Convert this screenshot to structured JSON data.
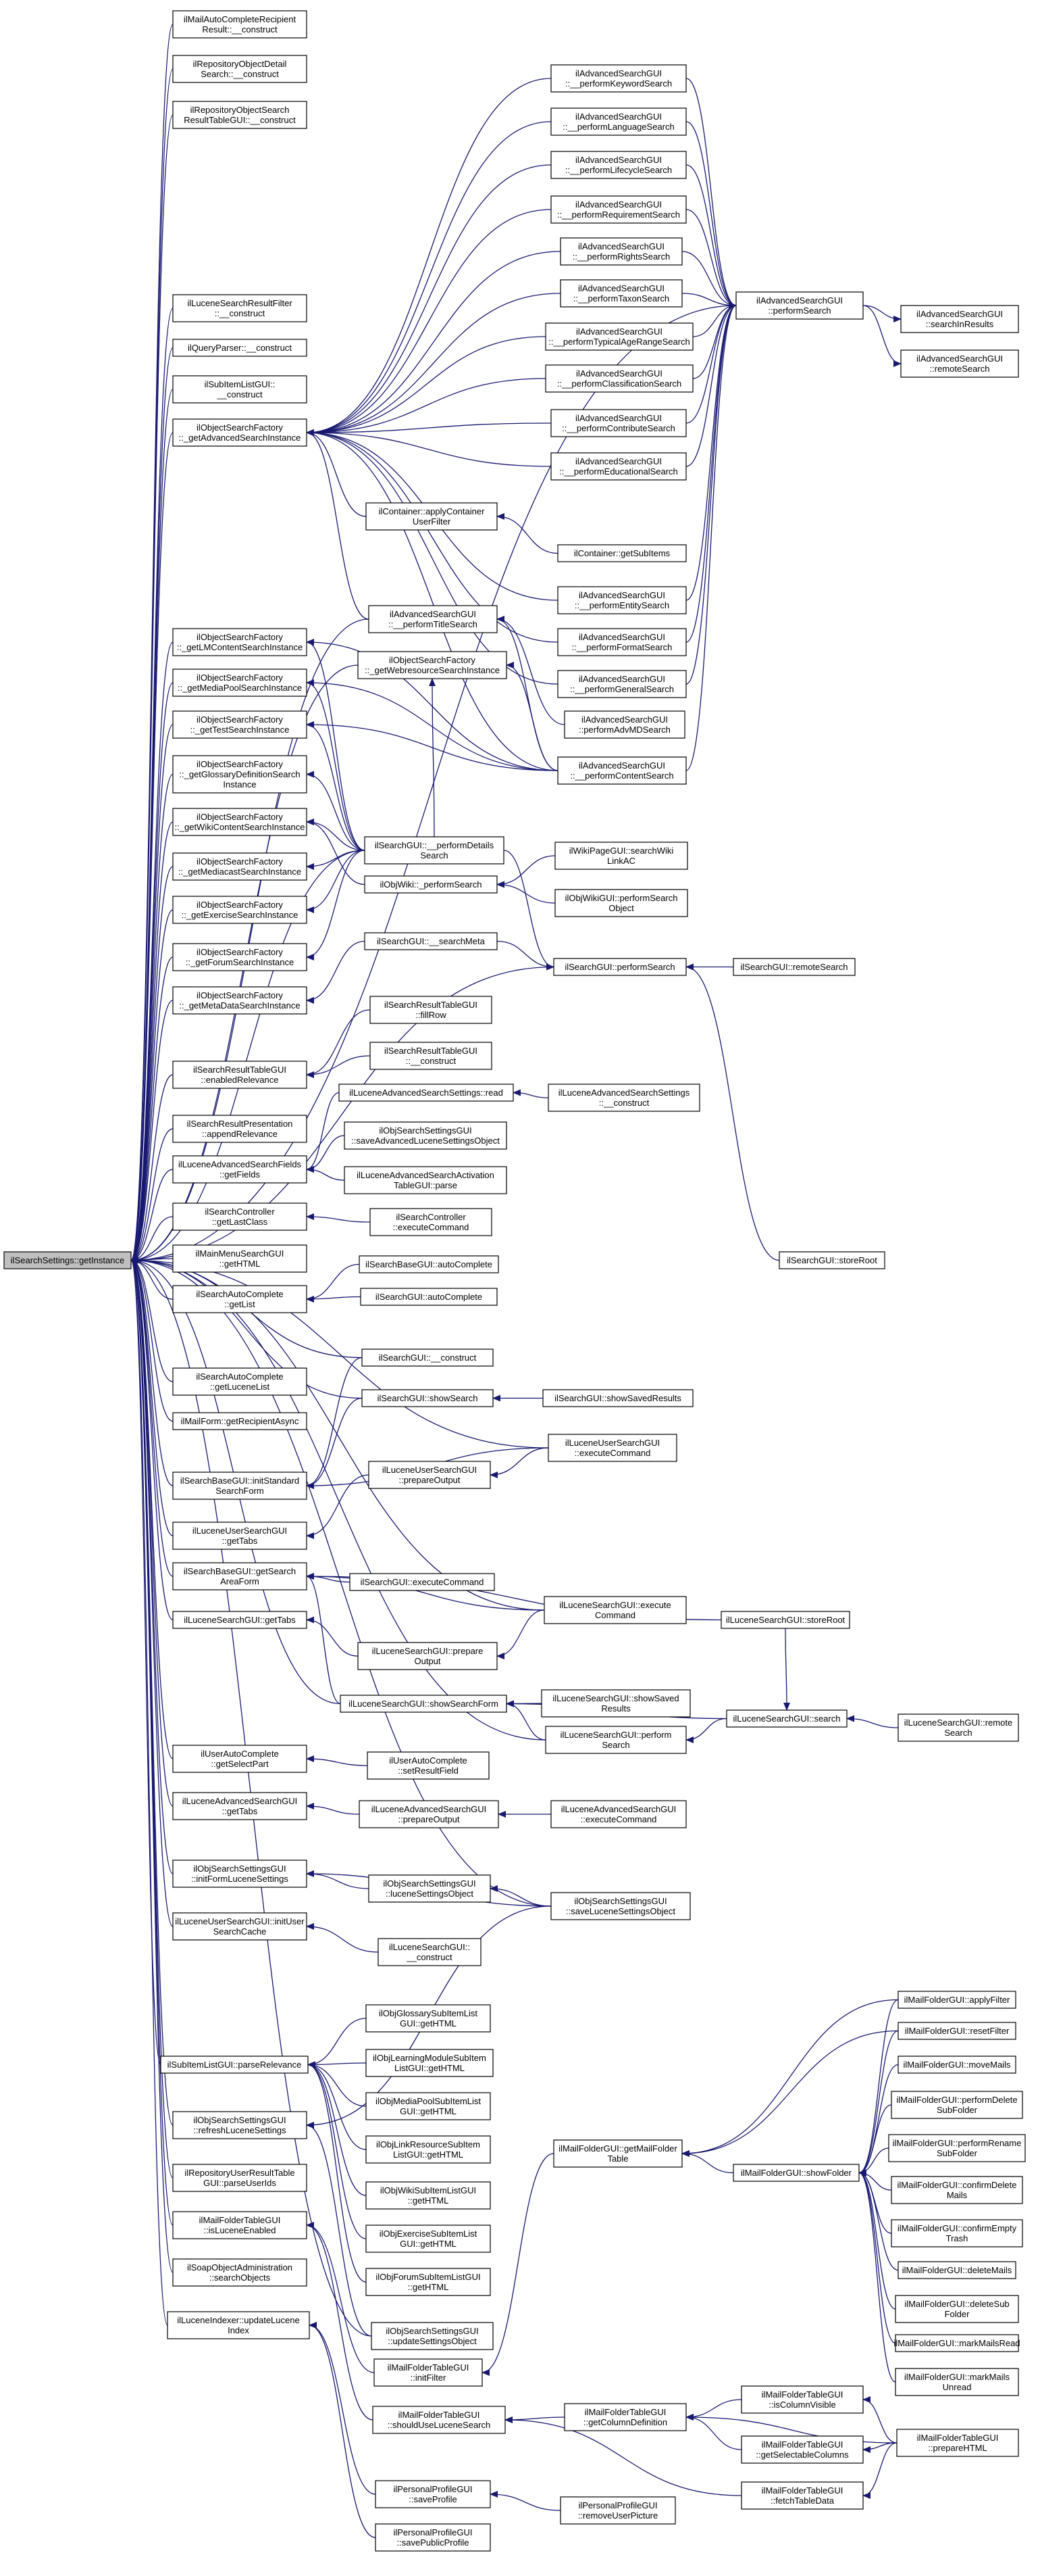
{
  "diagram": {
    "type": "call-graph",
    "style": {
      "edge_color": "#191970",
      "node_fill": "#ffffff",
      "root_fill": "#bfbfbf",
      "border_color": "#000000"
    },
    "root": "root",
    "nodes": [
      {
        "id": "root",
        "lines": [
          "ilSearchSettings::getInstance"
        ]
      },
      {
        "id": "mailAutoComplete",
        "lines": [
          "ilMailAutoCompleteRecipient",
          "Result::__construct"
        ]
      },
      {
        "id": "repoObjDetail",
        "lines": [
          "ilRepositoryObjectDetail",
          "Search::__construct"
        ]
      },
      {
        "id": "repoObjSearchResTbl",
        "lines": [
          "ilRepositoryObjectSearch",
          "ResultTableGUI::__construct"
        ]
      },
      {
        "id": "luceneResFilter",
        "lines": [
          "ilLuceneSearchResultFilter",
          "::__construct"
        ]
      },
      {
        "id": "queryParser",
        "lines": [
          "ilQueryParser::__construct"
        ]
      },
      {
        "id": "subItemListCon",
        "lines": [
          "ilSubItemListGUI::",
          "__construct"
        ]
      },
      {
        "id": "osfAdv",
        "lines": [
          "ilObjectSearchFactory",
          "::_getAdvancedSearchInstance"
        ]
      },
      {
        "id": "osfLm",
        "lines": [
          "ilObjectSearchFactory",
          "::_getLMContentSearchInstance"
        ]
      },
      {
        "id": "osfMp",
        "lines": [
          "ilObjectSearchFactory",
          "::_getMediaPoolSearchInstance"
        ]
      },
      {
        "id": "osfTest",
        "lines": [
          "ilObjectSearchFactory",
          "::_getTestSearchInstance"
        ]
      },
      {
        "id": "osfGloss",
        "lines": [
          "ilObjectSearchFactory",
          "::_getGlossaryDefinitionSearch",
          "Instance"
        ]
      },
      {
        "id": "osfWiki",
        "lines": [
          "ilObjectSearchFactory",
          "::_getWikiContentSearchInstance"
        ]
      },
      {
        "id": "osfMc",
        "lines": [
          "ilObjectSearchFactory",
          "::_getMediacastSearchInstance"
        ]
      },
      {
        "id": "osfEx",
        "lines": [
          "ilObjectSearchFactory",
          "::_getExerciseSearchInstance"
        ]
      },
      {
        "id": "osfForum",
        "lines": [
          "ilObjectSearchFactory",
          "::_getForumSearchInstance"
        ]
      },
      {
        "id": "osfMeta",
        "lines": [
          "ilObjectSearchFactory",
          "::_getMetaDataSearchInstance"
        ]
      },
      {
        "id": "srtEnRel",
        "lines": [
          "ilSearchResultTableGUI",
          "::enabledRelevance"
        ]
      },
      {
        "id": "srPresAppend",
        "lines": [
          "ilSearchResultPresentation",
          "::appendRelevance"
        ]
      },
      {
        "id": "luceneAdvFields",
        "lines": [
          "ilLuceneAdvancedSearchFields",
          "::getFields"
        ]
      },
      {
        "id": "searchCtrlLast",
        "lines": [
          "ilSearchController",
          "::getLastClass"
        ]
      },
      {
        "id": "mainMenuSearch",
        "lines": [
          "ilMainMenuSearchGUI",
          "::getHTML"
        ]
      },
      {
        "id": "searchAutoList",
        "lines": [
          "ilSearchAutoComplete",
          "::getList"
        ]
      },
      {
        "id": "searchAutoLucene",
        "lines": [
          "ilSearchAutoComplete",
          "::getLuceneList"
        ]
      },
      {
        "id": "mailFormRecip",
        "lines": [
          "ilMailForm::getRecipientAsync"
        ]
      },
      {
        "id": "sbInitStd",
        "lines": [
          "ilSearchBaseGUI::initStandard",
          "SearchForm"
        ]
      },
      {
        "id": "lusGetTabs",
        "lines": [
          "ilLuceneUserSearchGUI",
          "::getTabs"
        ]
      },
      {
        "id": "sbGetArea",
        "lines": [
          "ilSearchBaseGUI::getSearch",
          "AreaForm"
        ]
      },
      {
        "id": "lsGetTabs",
        "lines": [
          "ilLuceneSearchGUI::getTabs"
        ]
      },
      {
        "id": "userAutoSel",
        "lines": [
          "ilUserAutoComplete",
          "::getSelectPart"
        ]
      },
      {
        "id": "lasGetTabs",
        "lines": [
          "ilLuceneAdvancedSearchGUI",
          "::getTabs"
        ]
      },
      {
        "id": "ossInitForm",
        "lines": [
          "ilObjSearchSettingsGUI",
          "::initFormLuceneSettings"
        ]
      },
      {
        "id": "lusInitCache",
        "lines": [
          "ilLuceneUserSearchGUI::initUser",
          "SearchCache"
        ]
      },
      {
        "id": "subItemParseRel",
        "lines": [
          "ilSubItemListGUI::parseRelevance"
        ]
      },
      {
        "id": "ossRefresh",
        "lines": [
          "ilObjSearchSettingsGUI",
          "::refreshLuceneSettings"
        ]
      },
      {
        "id": "repoUserParse",
        "lines": [
          "ilRepositoryUserResultTable",
          "GUI::parseUserIds"
        ]
      },
      {
        "id": "mftIsLucene",
        "lines": [
          "ilMailFolderTableGUI",
          "::isLuceneEnabled"
        ]
      },
      {
        "id": "soapSearch",
        "lines": [
          "ilSoapObjectAdministration",
          "::searchObjects"
        ]
      },
      {
        "id": "luceneIdxUpd",
        "lines": [
          "ilLuceneIndexer::updateLucene",
          "Index"
        ]
      },
      {
        "id": "adv_keyword",
        "lines": [
          "ilAdvancedSearchGUI",
          "::__performKeywordSearch"
        ]
      },
      {
        "id": "adv_language",
        "lines": [
          "ilAdvancedSearchGUI",
          "::__performLanguageSearch"
        ]
      },
      {
        "id": "adv_lifecycle",
        "lines": [
          "ilAdvancedSearchGUI",
          "::__performLifecycleSearch"
        ]
      },
      {
        "id": "adv_requirement",
        "lines": [
          "ilAdvancedSearchGUI",
          "::__performRequirementSearch"
        ]
      },
      {
        "id": "adv_rights",
        "lines": [
          "ilAdvancedSearchGUI",
          "::__performRightsSearch"
        ]
      },
      {
        "id": "adv_taxon",
        "lines": [
          "ilAdvancedSearchGUI",
          "::__performTaxonSearch"
        ]
      },
      {
        "id": "adv_typical",
        "lines": [
          "ilAdvancedSearchGUI",
          "::__performTypicalAgeRangeSearch"
        ]
      },
      {
        "id": "adv_classif",
        "lines": [
          "ilAdvancedSearchGUI",
          "::__performClassificationSearch"
        ]
      },
      {
        "id": "adv_contrib",
        "lines": [
          "ilAdvancedSearchGUI",
          "::__performContributeSearch"
        ]
      },
      {
        "id": "adv_educ",
        "lines": [
          "ilAdvancedSearchGUI",
          "::__performEducationalSearch"
        ]
      },
      {
        "id": "container_apply",
        "lines": [
          "ilContainer::applyContainer",
          "UserFilter"
        ]
      },
      {
        "id": "container_sub",
        "lines": [
          "ilContainer::getSubItems"
        ]
      },
      {
        "id": "adv_entity",
        "lines": [
          "ilAdvancedSearchGUI",
          "::__performEntitySearch"
        ]
      },
      {
        "id": "adv_format",
        "lines": [
          "ilAdvancedSearchGUI",
          "::__performFormatSearch"
        ]
      },
      {
        "id": "adv_general",
        "lines": [
          "ilAdvancedSearchGUI",
          "::__performGeneralSearch"
        ]
      },
      {
        "id": "adv_title",
        "lines": [
          "ilAdvancedSearchGUI",
          "::__performTitleSearch"
        ]
      },
      {
        "id": "osfWebres",
        "lines": [
          "ilObjectSearchFactory",
          "::_getWebresourceSearchInstance"
        ]
      },
      {
        "id": "adv_md",
        "lines": [
          "ilAdvancedSearchGUI",
          "::performAdvMDSearch"
        ]
      },
      {
        "id": "adv_content",
        "lines": [
          "ilAdvancedSearchGUI",
          "::__performContentSearch"
        ]
      },
      {
        "id": "adv_perform",
        "lines": [
          "ilAdvancedSearchGUI",
          "::performSearch"
        ]
      },
      {
        "id": "adv_searchIn",
        "lines": [
          "ilAdvancedSearchGUI",
          "::searchInResults"
        ]
      },
      {
        "id": "adv_remote",
        "lines": [
          "ilAdvancedSearchGUI",
          "::remoteSearch"
        ]
      },
      {
        "id": "search_details",
        "lines": [
          "ilSearchGUI::__performDetails",
          "Search"
        ]
      },
      {
        "id": "objwiki_perform",
        "lines": [
          "ilObjWiki::_performSearch"
        ]
      },
      {
        "id": "wikipage_search",
        "lines": [
          "ilWikiPageGUI::searchWiki",
          "LinkAC"
        ]
      },
      {
        "id": "objwikigui_perf",
        "lines": [
          "ilObjWikiGUI::performSearch",
          "Object"
        ]
      },
      {
        "id": "search_meta",
        "lines": [
          "ilSearchGUI::__searchMeta"
        ]
      },
      {
        "id": "search_perform",
        "lines": [
          "ilSearchGUI::performSearch"
        ]
      },
      {
        "id": "search_remote",
        "lines": [
          "ilSearchGUI::remoteSearch"
        ]
      },
      {
        "id": "srt_fillrow",
        "lines": [
          "ilSearchResultTableGUI",
          "::fillRow"
        ]
      },
      {
        "id": "srt_construct",
        "lines": [
          "ilSearchResultTableGUI",
          "::__construct"
        ]
      },
      {
        "id": "lass_read",
        "lines": [
          "ilLuceneAdvancedSearchSettings::read"
        ]
      },
      {
        "id": "lass_construct",
        "lines": [
          "ilLuceneAdvancedSearchSettings",
          "::__construct"
        ]
      },
      {
        "id": "oss_saveAdv",
        "lines": [
          "ilObjSearchSettingsGUI",
          "::saveAdvancedLuceneSettingsObject"
        ]
      },
      {
        "id": "lasact_parse",
        "lines": [
          "ilLuceneAdvancedSearchActivation",
          "TableGUI::parse"
        ]
      },
      {
        "id": "sc_exec",
        "lines": [
          "ilSearchController",
          "::executeCommand"
        ]
      },
      {
        "id": "search_store",
        "lines": [
          "ilSearchGUI::storeRoot"
        ]
      },
      {
        "id": "sbase_auto",
        "lines": [
          "ilSearchBaseGUI::autoComplete"
        ]
      },
      {
        "id": "search_auto",
        "lines": [
          "ilSearchGUI::autoComplete"
        ]
      },
      {
        "id": "search_construct",
        "lines": [
          "ilSearchGUI::__construct"
        ]
      },
      {
        "id": "search_show",
        "lines": [
          "ilSearchGUI::showSearch"
        ]
      },
      {
        "id": "search_showSaved",
        "lines": [
          "ilSearchGUI::showSavedResults"
        ]
      },
      {
        "id": "lus_exec",
        "lines": [
          "ilLuceneUserSearchGUI",
          "::executeCommand"
        ]
      },
      {
        "id": "lus_prepare",
        "lines": [
          "ilLuceneUserSearchGUI",
          "::prepareOutput"
        ]
      },
      {
        "id": "search_exec",
        "lines": [
          "ilSearchGUI::executeCommand"
        ]
      },
      {
        "id": "ls_exec",
        "lines": [
          "ilLuceneSearchGUI::execute",
          "Command"
        ]
      },
      {
        "id": "ls_storeRoot",
        "lines": [
          "ilLuceneSearchGUI::storeRoot"
        ]
      },
      {
        "id": "ls_prepare",
        "lines": [
          "ilLuceneSearchGUI::prepare",
          "Output"
        ]
      },
      {
        "id": "ls_showSaved",
        "lines": [
          "ilLuceneSearchGUI::showSaved",
          "Results"
        ]
      },
      {
        "id": "ls_showForm",
        "lines": [
          "ilLuceneSearchGUI::showSearchForm"
        ]
      },
      {
        "id": "ls_perform",
        "lines": [
          "ilLuceneSearchGUI::perform",
          "Search"
        ]
      },
      {
        "id": "ls_search",
        "lines": [
          "ilLuceneSearchGUI::search"
        ]
      },
      {
        "id": "ls_remote",
        "lines": [
          "ilLuceneSearchGUI::remote",
          "Search"
        ]
      },
      {
        "id": "uac_setRes",
        "lines": [
          "ilUserAutoComplete",
          "::setResultField"
        ]
      },
      {
        "id": "las_prepare",
        "lines": [
          "ilLuceneAdvancedSearchGUI",
          "::prepareOutput"
        ]
      },
      {
        "id": "las_exec",
        "lines": [
          "ilLuceneAdvancedSearchGUI",
          "::executeCommand"
        ]
      },
      {
        "id": "oss_lucene",
        "lines": [
          "ilObjSearchSettingsGUI",
          "::luceneSettingsObject"
        ]
      },
      {
        "id": "oss_save",
        "lines": [
          "ilObjSearchSettingsGUI",
          "::saveLuceneSettingsObject"
        ]
      },
      {
        "id": "ls_construct",
        "lines": [
          "ilLuceneSearchGUI::",
          "__construct"
        ]
      },
      {
        "id": "gloss_html",
        "lines": [
          "ilObjGlossarySubItemList",
          "GUI::getHTML"
        ]
      },
      {
        "id": "lm_html",
        "lines": [
          "ilObjLearningModuleSubItem",
          "ListGUI::getHTML"
        ]
      },
      {
        "id": "mp_html",
        "lines": [
          "ilObjMediaPoolSubItemList",
          "GUI::getHTML"
        ]
      },
      {
        "id": "lr_html",
        "lines": [
          "ilObjLinkResourceSubItem",
          "ListGUI::getHTML"
        ]
      },
      {
        "id": "wiki_html",
        "lines": [
          "ilObjWikiSubItemListGUI",
          "::getHTML"
        ]
      },
      {
        "id": "ex_html",
        "lines": [
          "ilObjExerciseSubItemList",
          "GUI::getHTML"
        ]
      },
      {
        "id": "forum_html",
        "lines": [
          "ilObjForumSubItemListGUI",
          "::getHTML"
        ]
      },
      {
        "id": "oss_update",
        "lines": [
          "ilObjSearchSettingsGUI",
          "::updateSettingsObject"
        ]
      },
      {
        "id": "mft_initFilter",
        "lines": [
          "ilMailFolderTableGUI",
          "::initFilter"
        ]
      },
      {
        "id": "mft_shouldUse",
        "lines": [
          "ilMailFolderTableGUI",
          "::shouldUseLuceneSearch"
        ]
      },
      {
        "id": "mf_getTable",
        "lines": [
          "ilMailFolderGUI::getMailFolder",
          "Table"
        ]
      },
      {
        "id": "mf_showFolder",
        "lines": [
          "ilMailFolderGUI::showFolder"
        ]
      },
      {
        "id": "mf_applyFilter",
        "lines": [
          "ilMailFolderGUI::applyFilter"
        ]
      },
      {
        "id": "mf_resetFilter",
        "lines": [
          "ilMailFolderGUI::resetFilter"
        ]
      },
      {
        "id": "mf_moveMails",
        "lines": [
          "ilMailFolderGUI::moveMails"
        ]
      },
      {
        "id": "mf_perfDelete",
        "lines": [
          "ilMailFolderGUI::performDelete",
          "SubFolder"
        ]
      },
      {
        "id": "mf_perfRename",
        "lines": [
          "ilMailFolderGUI::performRename",
          "SubFolder"
        ]
      },
      {
        "id": "mf_confirmDelete",
        "lines": [
          "ilMailFolderGUI::confirmDelete",
          "Mails"
        ]
      },
      {
        "id": "mf_confirmEmpty",
        "lines": [
          "ilMailFolderGUI::confirmEmpty",
          "Trash"
        ]
      },
      {
        "id": "mf_deleteMails",
        "lines": [
          "ilMailFolderGUI::deleteMails"
        ]
      },
      {
        "id": "mf_deleteSub",
        "lines": [
          "ilMailFolderGUI::deleteSub",
          "Folder"
        ]
      },
      {
        "id": "mf_markRead",
        "lines": [
          "ilMailFolderGUI::markMailsRead"
        ]
      },
      {
        "id": "mf_markUnread",
        "lines": [
          "ilMailFolderGUI::markMails",
          "Unread"
        ]
      },
      {
        "id": "mft_getColDef",
        "lines": [
          "ilMailFolderTableGUI",
          "::getColumnDefinition"
        ]
      },
      {
        "id": "mft_isColVis",
        "lines": [
          "ilMailFolderTableGUI",
          "::isColumnVisible"
        ]
      },
      {
        "id": "mft_getSelCols",
        "lines": [
          "ilMailFolderTableGUI",
          "::getSelectableColumns"
        ]
      },
      {
        "id": "mft_fetch",
        "lines": [
          "ilMailFolderTableGUI",
          "::fetchTableData"
        ]
      },
      {
        "id": "mft_prepare",
        "lines": [
          "ilMailFolderTableGUI",
          "::prepareHTML"
        ]
      },
      {
        "id": "pp_save",
        "lines": [
          "ilPersonalProfileGUI",
          "::saveProfile"
        ]
      },
      {
        "id": "pp_savePublic",
        "lines": [
          "ilPersonalProfileGUI",
          "::savePublicProfile"
        ]
      },
      {
        "id": "pp_remove",
        "lines": [
          "ilPersonalProfileGUI",
          "::removeUserPicture"
        ]
      }
    ]
  }
}
